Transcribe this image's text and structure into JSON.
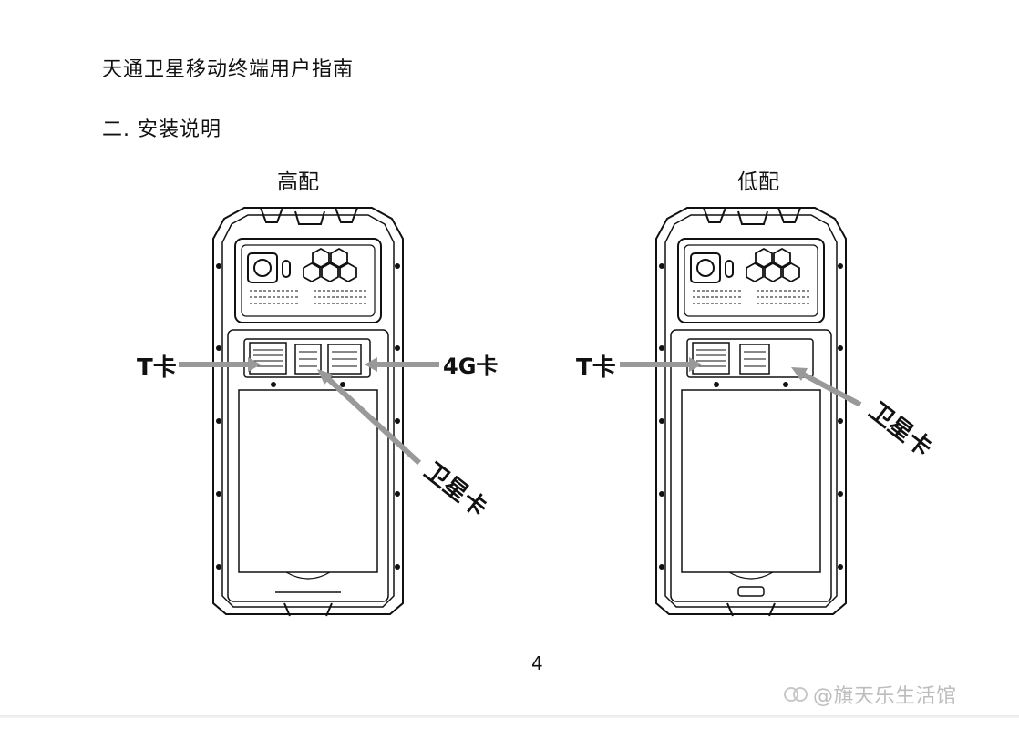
{
  "document": {
    "title": "天通卫星移动终端用户指南",
    "section_heading": "二. 安装说明",
    "page_number": "4"
  },
  "variants": {
    "high": {
      "label": "高配",
      "callouts": {
        "tcard": "T卡",
        "card4g": "4G卡",
        "satcard": "卫星卡"
      }
    },
    "low": {
      "label": "低配",
      "callouts": {
        "tcard": "T卡",
        "satcard": "卫星卡"
      }
    }
  },
  "watermark": {
    "text": "@旗天乐生活馆"
  }
}
